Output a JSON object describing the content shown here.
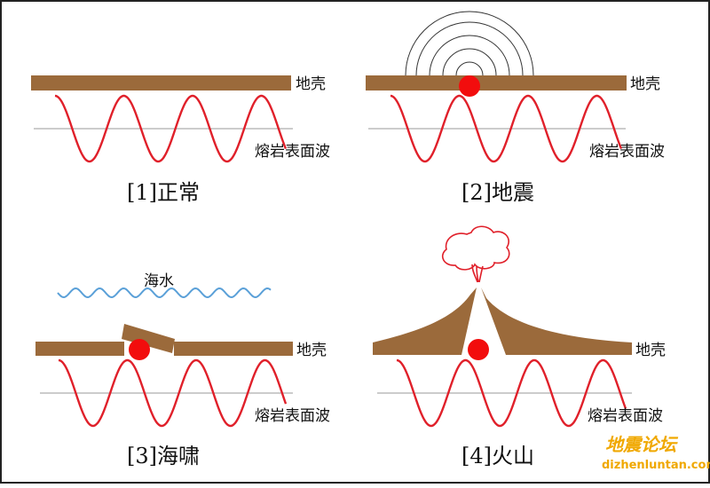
{
  "colors": {
    "crust": "#9B6A3B",
    "wave": "#E0202A",
    "magma_dot": "#F20D0D",
    "baseline": "#9A9A9A",
    "sea": "#5AA0D8",
    "ripple": "#333333",
    "watermark": "#F0A800",
    "frame": "#222222"
  },
  "labels": {
    "crust": "地壳",
    "surface_wave": "熔岩表面波",
    "sea_water": "海水"
  },
  "panels": [
    {
      "caption": "[1]正常"
    },
    {
      "caption": "[2]地震"
    },
    {
      "caption": "[3]海啸"
    },
    {
      "caption": "[4]火山"
    }
  ],
  "watermark": {
    "title": "地震论坛",
    "url": "dizhenluntan.com"
  }
}
